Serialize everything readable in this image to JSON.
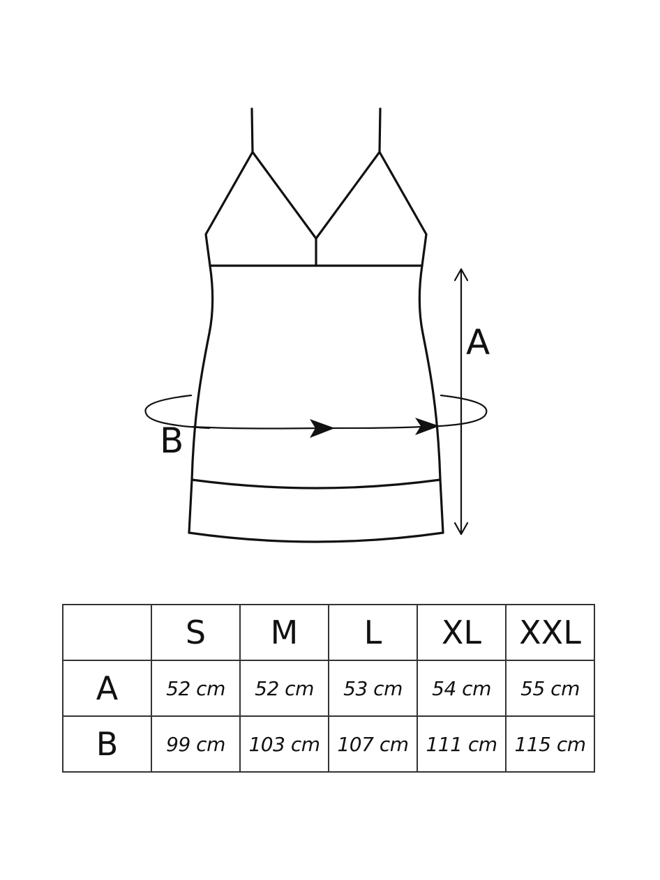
{
  "diagram": {
    "label_a": "A",
    "label_b": "B"
  },
  "table": {
    "corner": "",
    "sizes": [
      "S",
      "M",
      "L",
      "XL",
      "XXL"
    ],
    "rows": [
      {
        "label": "A",
        "values": [
          "52 cm",
          "52 cm",
          "53 cm",
          "54 cm",
          "55 cm"
        ]
      },
      {
        "label": "B",
        "values": [
          "99 cm",
          "103 cm",
          "107 cm",
          "111 cm",
          "115 cm"
        ]
      }
    ]
  }
}
